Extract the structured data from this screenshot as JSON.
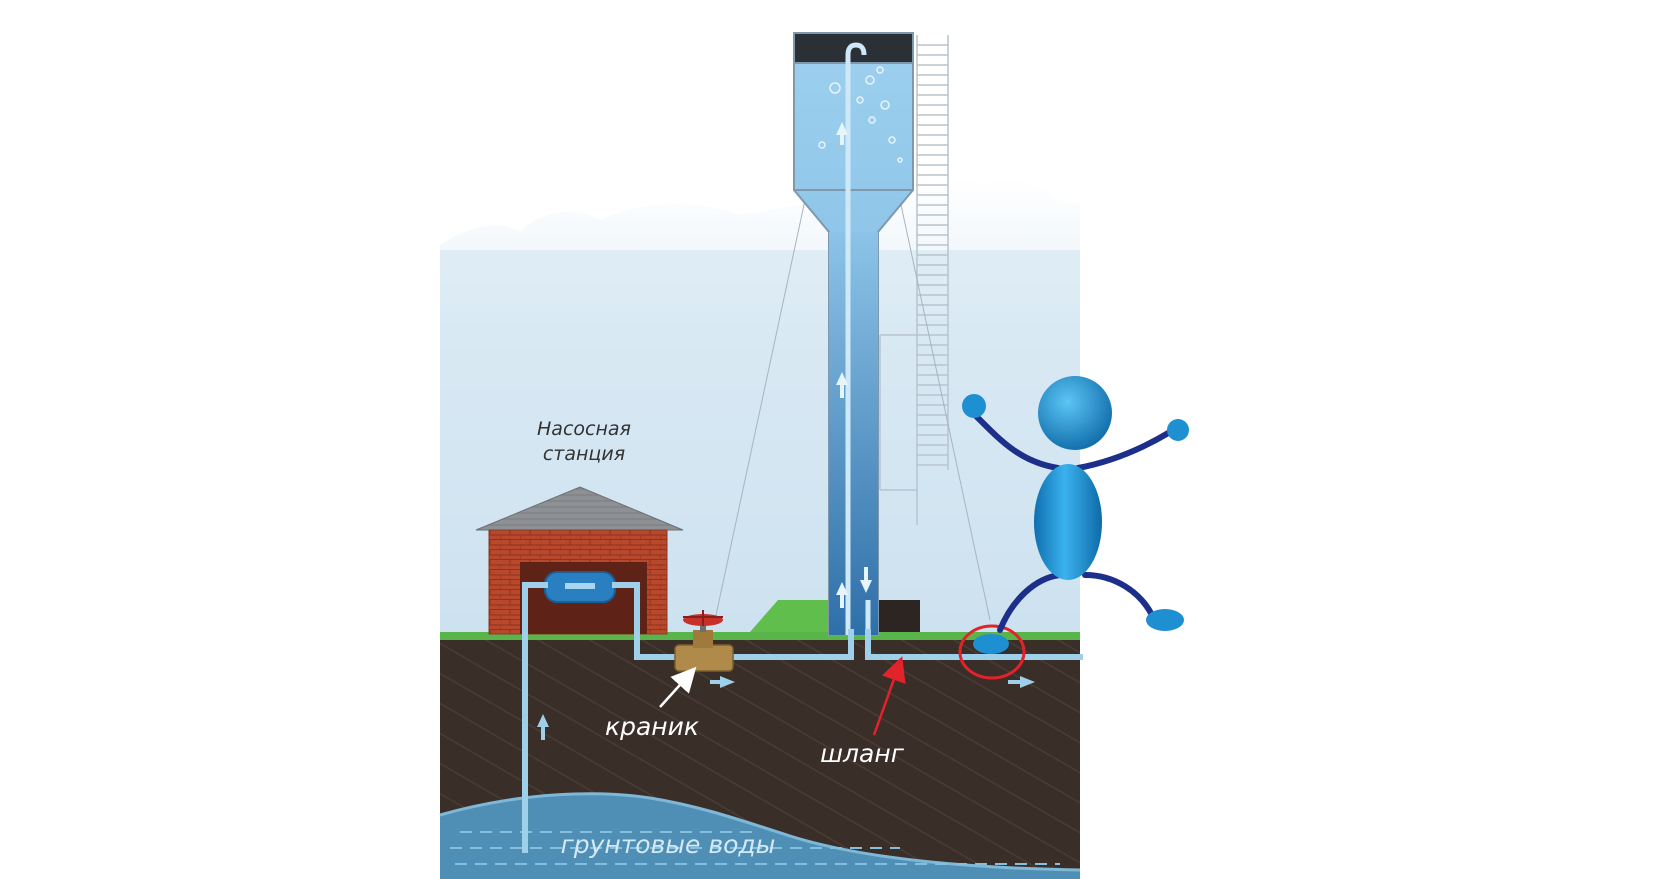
{
  "labels": {
    "pump_station_line1": "Насосная",
    "pump_station_line2": "станция",
    "valve": "краник",
    "hose": "шланг",
    "groundwater": "грунтовые воды"
  },
  "colors": {
    "sky": "#d6e8f3",
    "soil": "#3b2f2a",
    "grass": "#59b54a",
    "water_pipe": "#9fd0ea",
    "tower_water": "#5ea4d6",
    "brick": "#b5472b",
    "roof": "#8a8d91",
    "valve_handle": "#c8302a",
    "valve_body": "#b08a4a",
    "figure_blue": "#1e8fd1",
    "figure_limbs": "#1c2f8a",
    "highlight_red": "#e2232a",
    "groundwater": "#4f8fb5"
  },
  "icons": {
    "valve": "valve-icon",
    "figure": "stick-figure-icon",
    "flow_arrow": "arrow-up-icon"
  }
}
